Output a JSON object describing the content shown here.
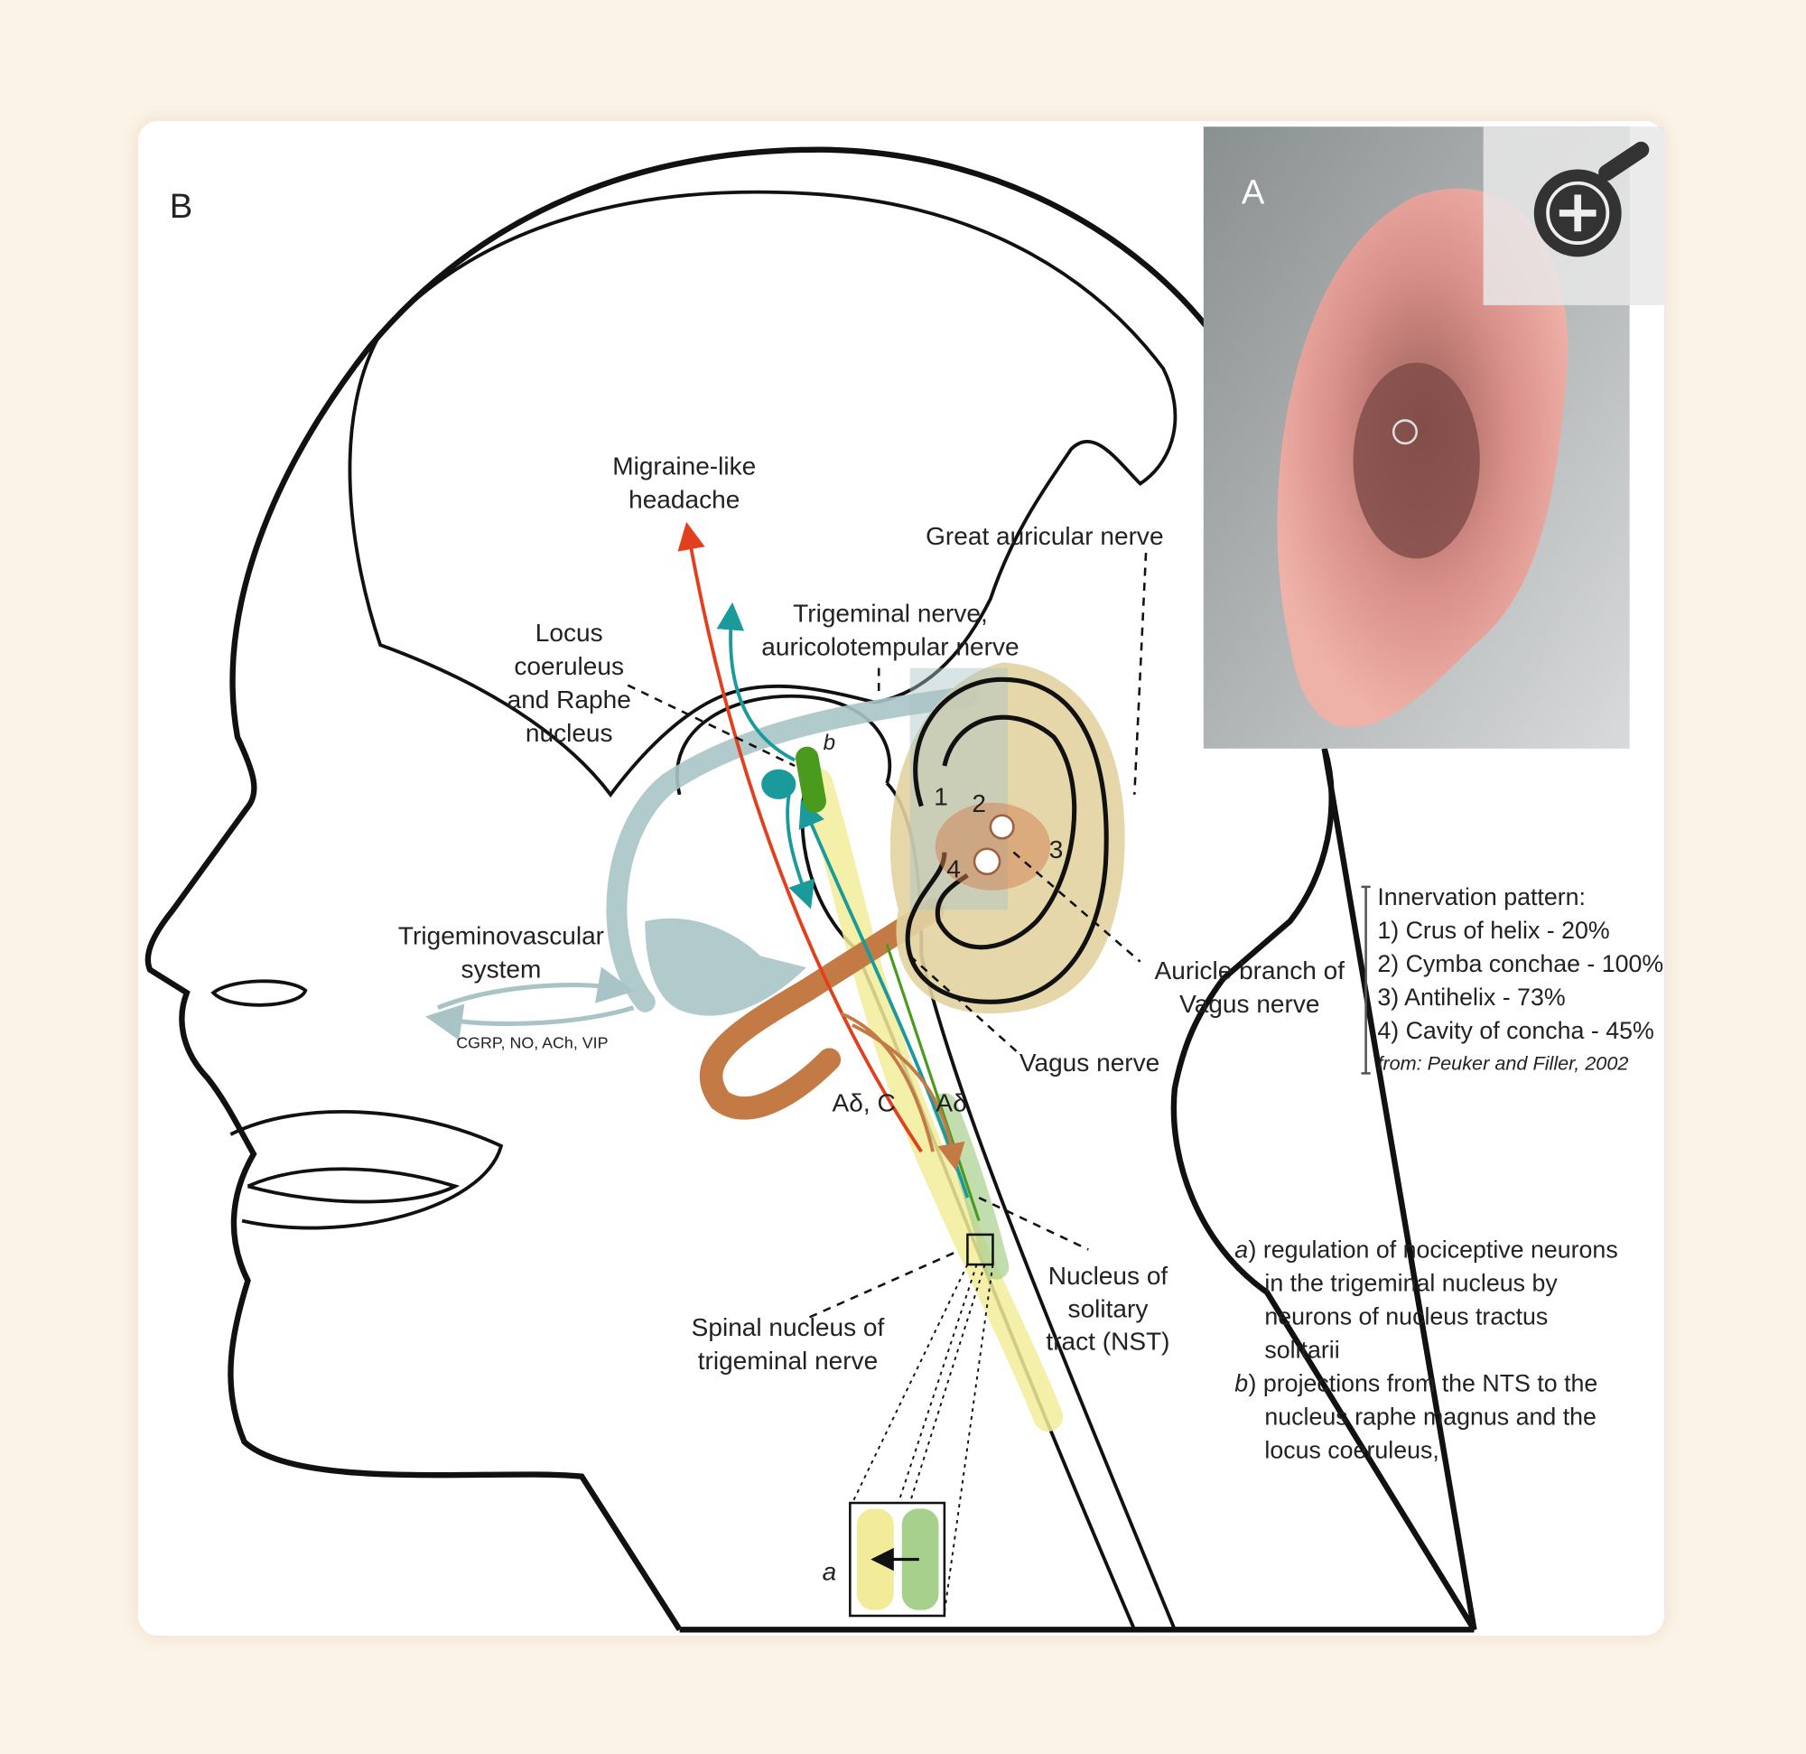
{
  "panel_b": {
    "label": "B",
    "migraine": [
      "Migraine-like",
      "headache"
    ],
    "great_auricular": "Great auricular nerve",
    "trigeminal": [
      "Trigeminal nerve,",
      "auricolotempular nerve"
    ],
    "locus": [
      "Locus",
      "coeruleus",
      "and Raphe",
      "nucleus"
    ],
    "trigeminovascular": [
      "Trigeminovascular",
      "system"
    ],
    "mediators": "CGRP, NO, ACh, VIP",
    "auricle_branch": [
      "Auricle branch of",
      "Vagus nerve"
    ],
    "vagus": "Vagus nerve",
    "fibers_left": "Aδ, C",
    "fibers_right": "Aδ",
    "nst": [
      "Nucleus of",
      "solitary",
      "tract (NST)"
    ],
    "spinal": [
      "Spinal nucleus of",
      "trigeminal nerve"
    ],
    "region_numbers": [
      "1",
      "2",
      "3",
      "4"
    ],
    "marker_b": "b",
    "marker_a": "a"
  },
  "innervation": {
    "title": "Innervation pattern:",
    "items": [
      "1) Crus of helix - 20%",
      "2) Cymba conchae - 100%",
      "3) Antihelix - 73%",
      "4) Cavity of concha - 45%"
    ],
    "source": "from: Peuker and Filler, 2002"
  },
  "notes": {
    "a_letter": "a",
    "a_lines": [
      ") regulation of nociceptive neurons",
      "in the trigeminal nucleus by",
      "neurons of nucleus tractus",
      "solitarii"
    ],
    "b_letter": "b",
    "b_lines": [
      ") projections from the NTS to the",
      "nucleus raphe magnus and the",
      "locus coeruleus,"
    ]
  },
  "panel_a": {
    "label": "A"
  },
  "colors": {
    "background": "#fbf3e6",
    "migraine_arrow": "#e2401c",
    "teal": "#1a9a9a",
    "vascular": "#a9c4c6",
    "vagus": "#c47a45",
    "ear": "#e3d3a2",
    "trigeminal_nucleus": "#f2ec9a",
    "nst": "#a8d08d",
    "green": "#4a9a1e"
  }
}
